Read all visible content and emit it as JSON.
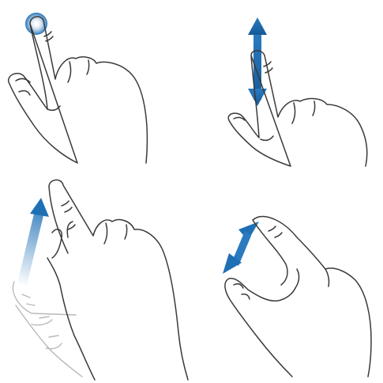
{
  "panels": [
    {
      "id": "tap",
      "icon": "tap-gesture-icon"
    },
    {
      "id": "drag",
      "icon": "drag-gesture-icon"
    },
    {
      "id": "flick",
      "icon": "flick-gesture-icon"
    },
    {
      "id": "pinch",
      "icon": "pinch-gesture-icon"
    }
  ],
  "colors": {
    "accent": "#1f6fb5",
    "accent_light": "#8fb7dc",
    "outline": "#3a3a3a",
    "ghost_outline": "#b9b9b9",
    "background": "#ffffff"
  }
}
